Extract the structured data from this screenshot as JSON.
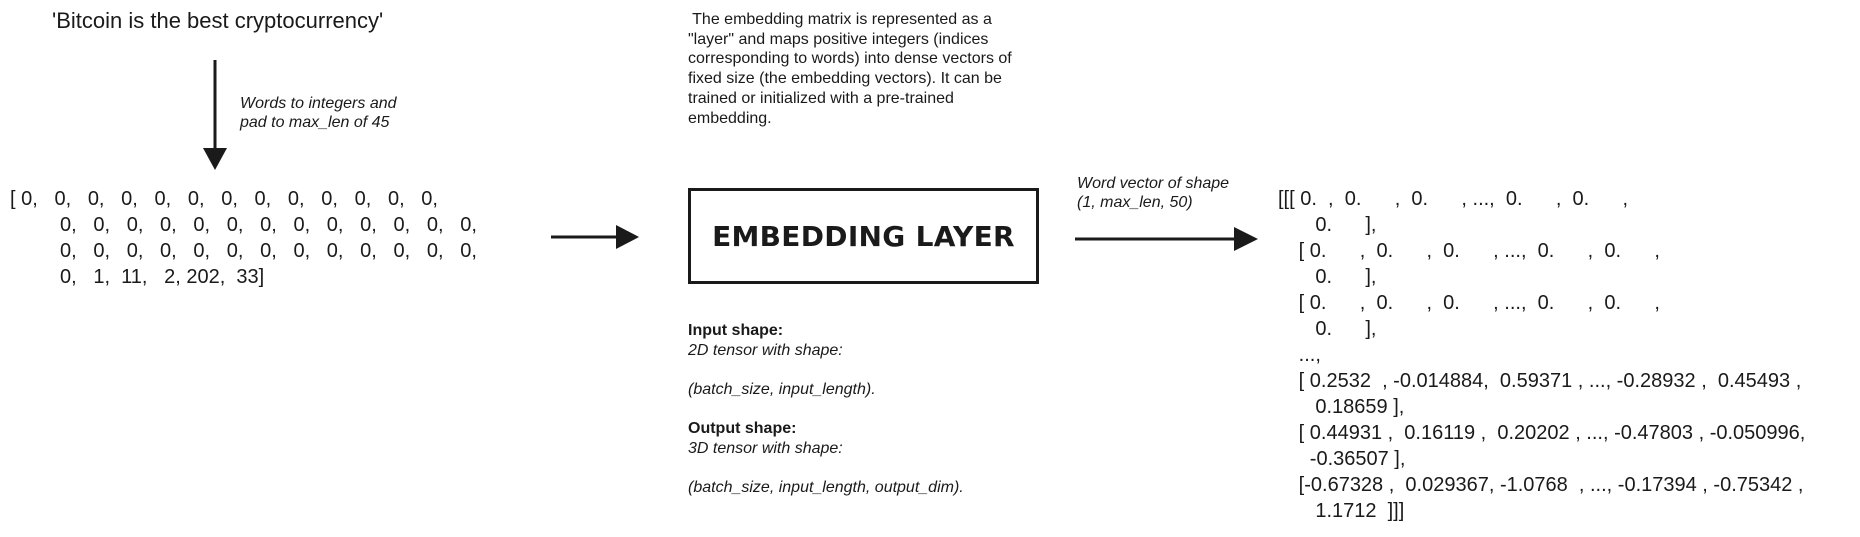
{
  "input": {
    "sentence": "'Bitcoin is the best cryptocurrency'",
    "step_note": "Words to integers and\npad to max_len of 45",
    "array_lines": [
      "[ 0,   0,   0,   0,   0,   0,   0,   0,   0,   0,   0,   0,   0,",
      "         0,   0,   0,   0,   0,   0,   0,   0,   0,   0,   0,   0,   0,",
      "         0,   0,   0,   0,   0,   0,   0,   0,   0,   0,   0,   0,   0,",
      "         0,   1,  11,   2, 202,  33]"
    ]
  },
  "layer": {
    "description": " The embedding matrix is represented as a\n\"layer\" and maps positive integers (indices\ncorresponding to words) into dense vectors of\nfixed size (the embedding vectors). It can be\ntrained or initialized with a pre-trained\nembedding.",
    "title": "EMBEDDING LAYER",
    "input_shape_label": "Input shape:",
    "input_shape_line1": "2D tensor with shape:",
    "input_shape_line2": "(batch_size, input_length).",
    "output_shape_label": "Output shape:",
    "output_shape_line1": "3D tensor with shape:",
    "output_shape_line2": "(batch_size, input_length, output_dim)."
  },
  "output": {
    "note": "Word vector of shape\n(1, max_len, 50)",
    "lines": [
      "[[[ 0.  ,  0.      ,  0.      , ...,  0.      ,  0.      ,",
      "      0.      ],",
      "   [ 0.      ,  0.      ,  0.      , ...,  0.      ,  0.      ,",
      "      0.      ],",
      "   [ 0.      ,  0.      ,  0.      , ...,  0.      ,  0.      ,",
      "      0.      ],",
      "   ...,",
      "   [ 0.2532  , -0.014884,  0.59371 , ..., -0.28932 ,  0.45493 ,",
      "      0.18659 ],",
      "   [ 0.44931 ,  0.16119 ,  0.20202 , ..., -0.47803 , -0.050996,",
      "     -0.36507 ],",
      "   [-0.67328 ,  0.029367, -1.0768  , ..., -0.17394 , -0.75342 ,",
      "      1.1712  ]]]"
    ]
  }
}
